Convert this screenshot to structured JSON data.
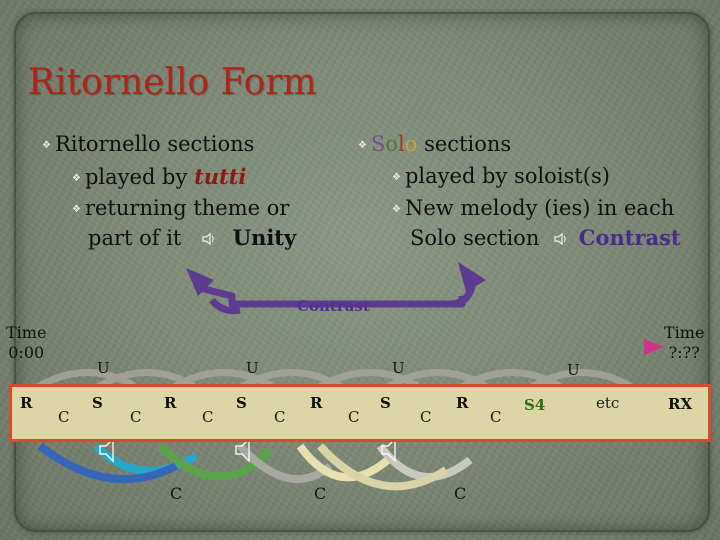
{
  "title": "Ritornello Form",
  "ritornello": {
    "heading": "Ritornello",
    "heading_rest": "sections",
    "line1_prefix": "played by",
    "line1_em": "tutti",
    "line2": "returning theme or",
    "line3": "part of it",
    "result": "Unity"
  },
  "solo": {
    "heading_letters": [
      "S",
      "o",
      "l",
      "o"
    ],
    "heading_rest": "sections",
    "line1": "played by soloist(s)",
    "line2": "New melody (ies) in each",
    "line3": "Solo section",
    "result": "Contrast"
  },
  "contrast_label": "Contrast",
  "time": {
    "start_label": "Time",
    "start_value": "0:00",
    "end_label": "Time",
    "end_value": "?:??"
  },
  "unity_labels": [
    "U",
    "U",
    "U",
    "U"
  ],
  "timeline": {
    "sections": [
      "R",
      "C",
      "S",
      "C",
      "R",
      "C",
      "S",
      "C",
      "R",
      "C",
      "S",
      "C",
      "R",
      "C",
      "S4",
      "etc",
      "RX"
    ],
    "contrast_lower": [
      "C",
      "C",
      "C"
    ]
  },
  "colors": {
    "title": "#b0231d",
    "strip_border": "#d94a2c",
    "strip_fill": "#dcd6a6",
    "arrow_purple": "#5d3b8f",
    "timeline_arrow": "#c9338a",
    "arc_teal": "#28a6c9",
    "arc_green": "#5aa34a",
    "arc_blue": "#3566b8",
    "arc_cream": "#e7e0b0",
    "arc_grey": "#a8a8a0"
  },
  "icons": [
    "bullet-icon",
    "speaker-icon"
  ]
}
